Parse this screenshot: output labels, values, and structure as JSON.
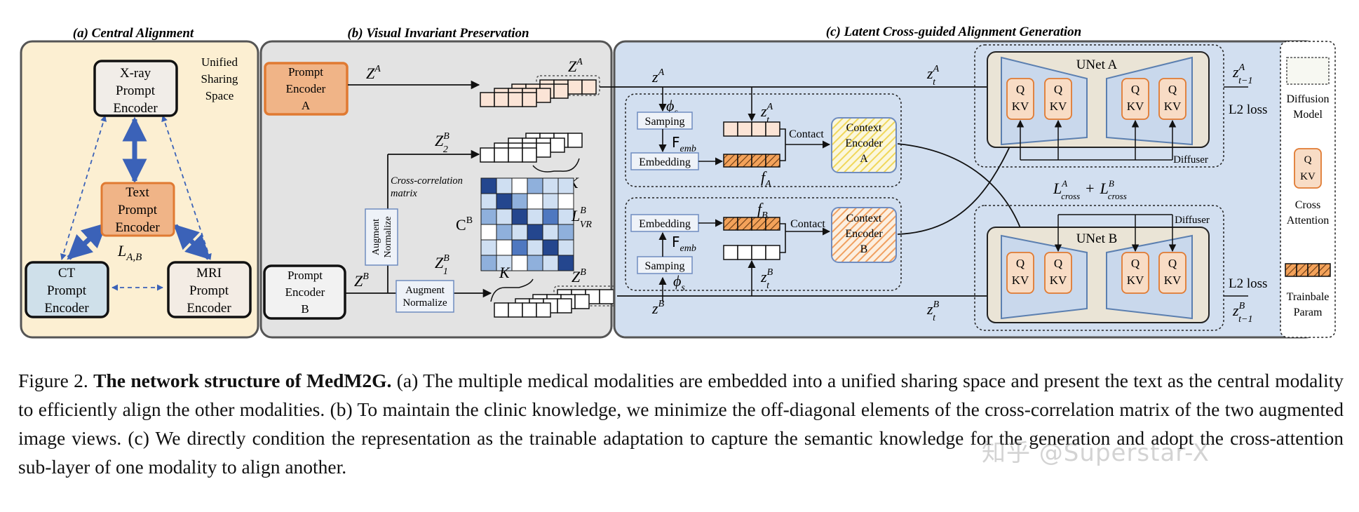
{
  "panels": {
    "a": {
      "title": "(a) Central Alignment",
      "space_label": [
        "Unified",
        "Sharing",
        "Space"
      ],
      "xray": [
        "X-ray",
        "Prompt",
        "Encoder"
      ],
      "text": [
        "Text",
        "Prompt",
        "Encoder"
      ],
      "ct": [
        "CT",
        "Prompt",
        "Encoder"
      ],
      "mri": [
        "MRI",
        "Prompt",
        "Encoder"
      ],
      "loss": "L",
      "loss_sub": "A,B"
    },
    "b": {
      "title": "(b) Visual Invariant Preservation",
      "enc_a": [
        "Prompt",
        "Encoder",
        "A"
      ],
      "enc_b": [
        "Prompt",
        "Encoder",
        "B"
      ],
      "augment": [
        "Augment",
        "Normalize"
      ],
      "corr_label": [
        "Cross-correlation",
        "matrix"
      ],
      "c_label": "C",
      "c_sup": "B",
      "lvr": "L",
      "lvr_sub": "VR",
      "lvr_sup": "B",
      "z": "Z",
      "sup_a": "A",
      "sup_b": "B",
      "z2": "Z",
      "z2_sub": "2",
      "z1_sub": "1",
      "k": "K"
    },
    "c": {
      "title": "(c) Latent Cross-guided Alignment Generation",
      "sampling": "Samping",
      "embedding": "Embedding",
      "femb": "F",
      "femb_sub": "emb",
      "phi": "ϕ",
      "phi_sub": "s",
      "fa": "f",
      "fa_sub": "A",
      "fb_sub": "B",
      "contact": "Contact",
      "ctx_a": [
        "Context",
        "Encoder",
        "A"
      ],
      "ctx_b": [
        "Context",
        "Encoder",
        "B"
      ],
      "unet_a": "UNet A",
      "unet_b": "UNet B",
      "diffuser": "Diffuser",
      "q": "Q",
      "kv": "KV",
      "l2": "L2 loss",
      "zt": "z",
      "zt_sub": "t",
      "zt1_sub": "t−1",
      "lcross": "L",
      "lcross_sub": "cross"
    },
    "legend": {
      "diffusion": [
        "Diffusion",
        "Model"
      ],
      "cross": [
        "Cross",
        "Attention"
      ],
      "train": [
        "Trainbale",
        "Param"
      ]
    }
  },
  "caption": {
    "fig": "Figure 2.",
    "title": "The network structure of MedM2G.",
    "body": " (a) The multiple medical modalities are embedded into a unified sharing space and present the text as the central modality to efficiently align the other modalities. (b) To maintain the clinic knowledge, we minimize the off-diagonal elements of the cross-correlation matrix of the two augmented image views. (c) We directly condition the representation as the trainable adaptation to capture the semantic knowledge for the generation and adopt the cross-attention sub-layer of one modality to align another."
  },
  "watermark": "知乎 @Superstar-X",
  "colors": {
    "panel_a_bg": "#fcefd2",
    "panel_b_bg": "#e3e3e3",
    "panel_c_bg": "#d2dff0",
    "orange_fill": "#f0b487",
    "orange_edge": "#e07a32",
    "blue_arrow": "#3b62b8",
    "ct_fill": "#cfe0ea",
    "xray_fill": "#f1ede8",
    "token_fill": "#fbe4d6",
    "unet_fill": "#eae4d6",
    "unet_edge": "#5b7fb0",
    "qkv_fill": "#f8dcc5"
  }
}
